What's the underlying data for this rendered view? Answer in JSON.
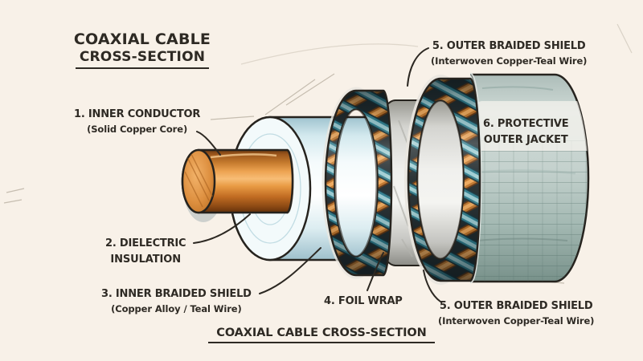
{
  "title": {
    "line1": "COAXIAL CABLE",
    "line2": "CROSS-SECTION"
  },
  "caption": "COAXIAL CABLE CROSS-SECTION",
  "labels": {
    "inner_conductor": {
      "line1": "1. INNER CONDUCTOR",
      "line2": "(Solid Copper Core)"
    },
    "dielectric": {
      "line1": "2. DIELECTRIC",
      "line2": "INSULATION"
    },
    "inner_braid": {
      "line1": "3. INNER BRAIDED SHIELD",
      "line2": "(Copper Alloy / Teal Wire)"
    },
    "foil": {
      "line1": "4. FOIL WRAP"
    },
    "outer_braid_top": {
      "line1": "5. OUTER BRAIDED SHIELD",
      "line2": "(Interwoven Copper-Teal Wire)"
    },
    "jacket": {
      "line1": "6. PROTECTIVE",
      "line2": "OUTER JACKET"
    },
    "outer_braid_bottom": {
      "line1": "5. OUTER BRAIDED SHIELD",
      "line2": "(Interwoven Copper-Teal Wire)"
    }
  },
  "colors": {
    "paper": "#f8f1e8",
    "ink": "#2e2a24",
    "copper": "#c0752a",
    "copper-light": "#eda75a",
    "copper-dark": "#5f3310",
    "teal": "#2e8193",
    "teal-light": "#9fd2da",
    "teal-dark": "#143039",
    "dielectric": "#f3fafb",
    "foil": "#ededea",
    "jacket": "#c2cfcb",
    "jacket-dark": "#7e968f"
  }
}
